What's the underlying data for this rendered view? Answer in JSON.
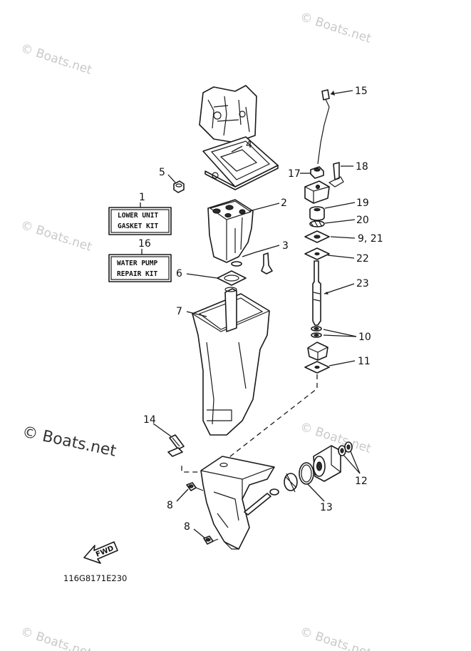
{
  "watermarks": [
    "© Boats.net",
    "© Boats.net",
    "© Boats.net",
    "© Boats.net",
    "© Boats.net",
    "© Boats.net",
    "© Boats.net"
  ],
  "kits": [
    {
      "number": "1",
      "line1": "LOWER UNIT",
      "line2": "GASKET KIT"
    },
    {
      "number": "16",
      "line1": "WATER PUMP",
      "line2": "REPAIR KIT"
    }
  ],
  "callouts": [
    "15",
    "4",
    "18",
    "17",
    "5",
    "19",
    "2",
    "20",
    "9, 21",
    "3",
    "22",
    "6",
    "23",
    "7",
    "10",
    "11",
    "14",
    "12",
    "8",
    "13",
    "8"
  ],
  "fwd_label": "FWD",
  "drawing_code": "116G8171E230",
  "colors": {
    "ink": "#1a1a1a",
    "watermark": "#c9c9c9",
    "background": "#ffffff"
  }
}
